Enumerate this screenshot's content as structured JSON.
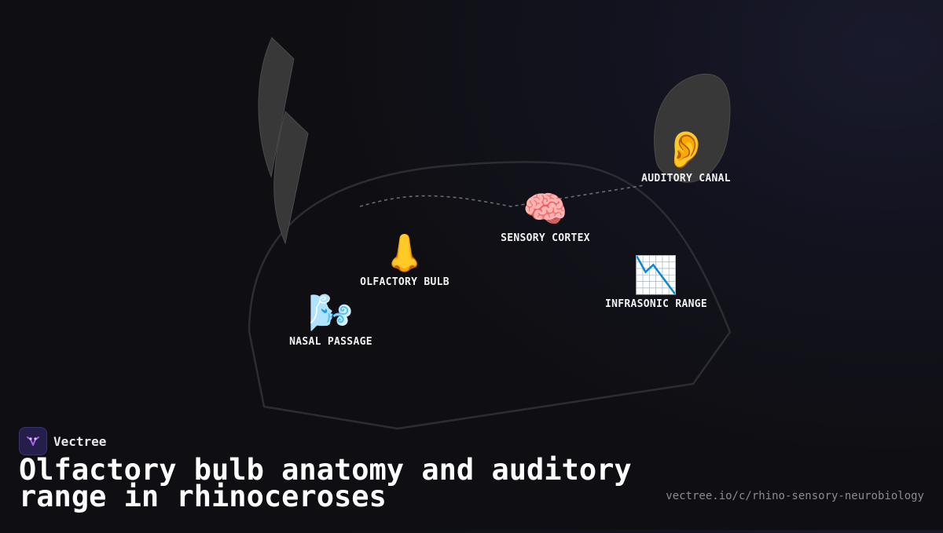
{
  "brand": {
    "name": "Vectree",
    "logo_icon": "vectree-logo-icon"
  },
  "title": "Olfactory bulb anatomy and auditory range in rhinoceroses",
  "source_url": "vectree.io/c/rhino-sensory-neurobiology",
  "colors": {
    "background": "#0f0f13",
    "outline": "#2c2c33",
    "horn_fill": "#383838",
    "logo_bg": "#241f4a",
    "logo_accent": "#b05cf0",
    "url_text": "#8a8a92"
  },
  "diagram": {
    "nodes": [
      {
        "id": "nasal-passage",
        "icon": "nasal-airflow-icon",
        "emoji": "🌬️",
        "label": "NASAL PASSAGE"
      },
      {
        "id": "olfactory-bulb",
        "icon": "nose-icon",
        "emoji": "👃",
        "label": "OLFACTORY BULB"
      },
      {
        "id": "sensory-cortex",
        "icon": "brain-icon",
        "emoji": "🧠",
        "label": "SENSORY CORTEX"
      },
      {
        "id": "auditory-canal",
        "icon": "ear-icon",
        "emoji": "👂",
        "label": "AUDITORY CANAL"
      },
      {
        "id": "infrasonic-range",
        "icon": "chart-decreasing-icon",
        "emoji": "📉",
        "label": "INFRASONIC RANGE"
      }
    ]
  }
}
